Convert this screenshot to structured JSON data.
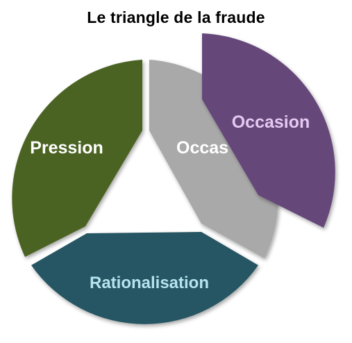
{
  "title": "Le triangle de la fraude",
  "segments": {
    "pression": {
      "label": "Pression",
      "color": "#4b6324",
      "text_color": "#ffffff"
    },
    "occasion_gray": {
      "label": "Occas",
      "color": "#a9a9a9",
      "text_color": "#ffffff"
    },
    "rationalisation": {
      "label": "Rationalisation",
      "color": "#275663",
      "text_color": "#b7e3ee"
    },
    "occasion": {
      "label": "Occasion",
      "color": "#65467a",
      "text_color": "#e6c8f0"
    }
  }
}
